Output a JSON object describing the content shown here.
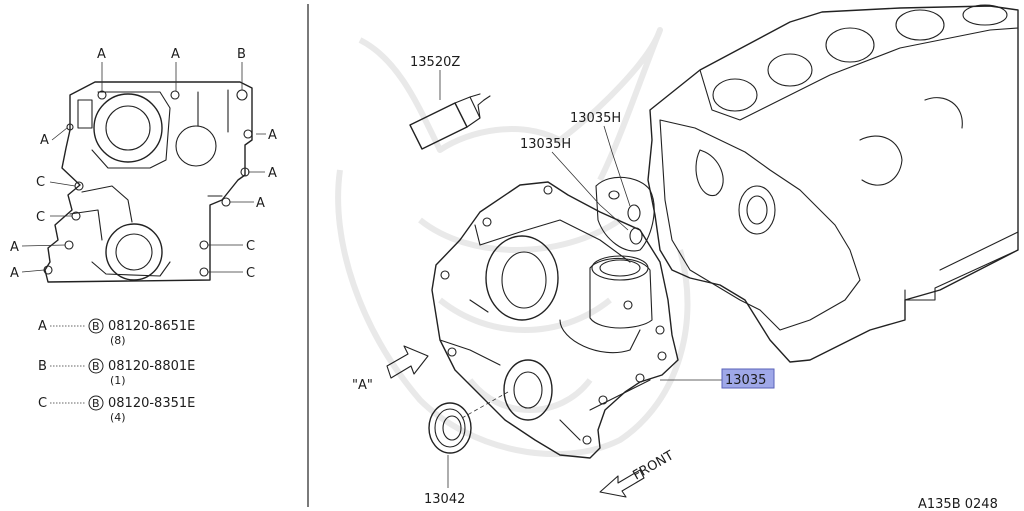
{
  "left_view": {
    "letters": {
      "a": "A",
      "b": "B",
      "c": "C"
    }
  },
  "legend": [
    {
      "letter": "A",
      "badge": "B",
      "part": "08120-8651E",
      "qty": "(8)"
    },
    {
      "letter": "B",
      "badge": "B",
      "part": "08120-8801E",
      "qty": "(1)"
    },
    {
      "letter": "C",
      "badge": "B",
      "part": "08120-8351E",
      "qty": "(4)"
    }
  ],
  "callouts": {
    "sealant": "13520Z",
    "gasket_upper": "13035H",
    "gasket_lower": "13035H",
    "timing_cover": "13035",
    "oil_seal": "13042"
  },
  "view_marker": "\"A\"",
  "front_label": "FRONT",
  "diagram_code": "A135B 0248",
  "highlight_color": "#9fa8e8"
}
